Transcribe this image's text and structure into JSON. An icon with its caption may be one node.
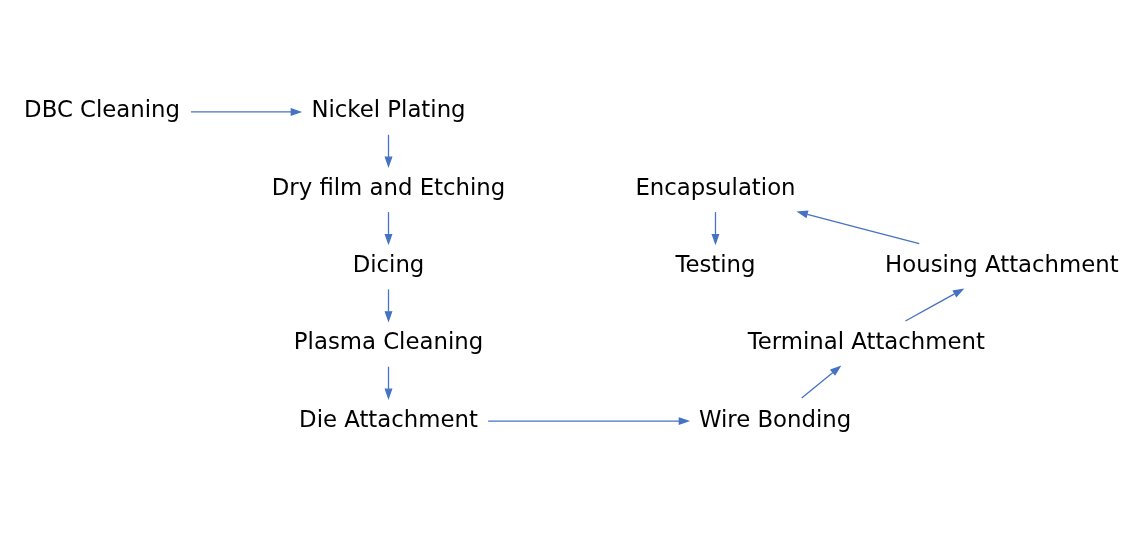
{
  "diagram": {
    "nodes": [
      {
        "text": [
          "DBC Cleaning"
        ]
      },
      {
        "text": [
          "Nickel Plating"
        ]
      },
      {
        "text": [
          "Dry film and Etching"
        ]
      },
      {
        "text": [
          "Dicing"
        ]
      },
      {
        "text": [
          "Plasma Cleaning"
        ]
      },
      {
        "text": [
          "Die Attachment"
        ]
      },
      {
        "text": [
          "Wire Bonding"
        ]
      },
      {
        "text": [
          "Terminal Attachment"
        ]
      },
      {
        "text": [
          "Housing Attachment"
        ]
      },
      {
        "text": [
          "Encapsulation"
        ]
      },
      {
        "text": [
          "Testing"
        ]
      }
    ],
    "edges": [
      {
        "from": 0,
        "to": 1,
        "arrow": "to"
      },
      {
        "from": 1,
        "to": 2,
        "arrow": "to"
      },
      {
        "from": 2,
        "to": 3,
        "arrow": "to"
      },
      {
        "from": 3,
        "to": 4,
        "arrow": "to"
      },
      {
        "from": 4,
        "to": 5,
        "arrow": "to"
      },
      {
        "from": 5,
        "to": 6,
        "arrow": "to"
      },
      {
        "from": 6,
        "to": 7,
        "arrow": "to"
      },
      {
        "from": 7,
        "to": 8,
        "arrow": "to"
      },
      {
        "from": 8,
        "to": 9,
        "arrow": "to"
      },
      {
        "from": 9,
        "to": 10,
        "arrow": "to"
      }
    ]
  }
}
